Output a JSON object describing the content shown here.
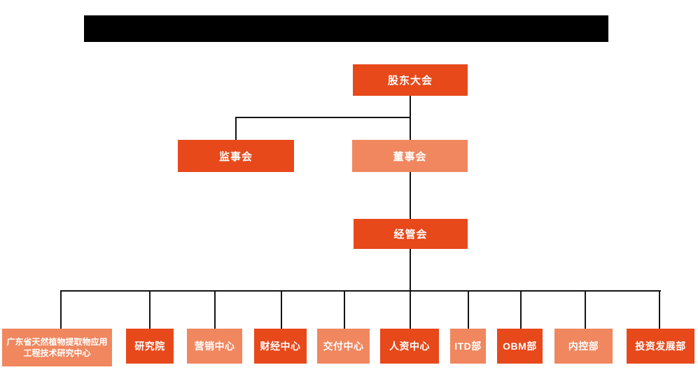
{
  "colors": {
    "primary": "#E7491B",
    "secondary": "#F0875F",
    "line": "#141414",
    "node_text": "#FFFFFF",
    "redacted_bar": "#000000"
  },
  "header": {
    "redacted": true
  },
  "org_chart": {
    "root": {
      "label": "股东大会",
      "variant": "primary"
    },
    "level2": [
      {
        "label": "监事会",
        "variant": "primary"
      },
      {
        "label": "董事会",
        "variant": "secondary"
      }
    ],
    "level3": [
      {
        "label": "经管会",
        "variant": "primary"
      }
    ],
    "departments": [
      {
        "label": "广东省天然植物提取物应用工程技术研究中心",
        "variant": "secondary"
      },
      {
        "label": "研究院",
        "variant": "primary"
      },
      {
        "label": "营销中心",
        "variant": "secondary"
      },
      {
        "label": "财经中心",
        "variant": "primary"
      },
      {
        "label": "交付中心",
        "variant": "secondary"
      },
      {
        "label": "人资中心",
        "variant": "primary"
      },
      {
        "label": "ITD部",
        "variant": "secondary"
      },
      {
        "label": "OBM部",
        "variant": "primary"
      },
      {
        "label": "内控部",
        "variant": "secondary"
      },
      {
        "label": "投资发展部",
        "variant": "primary"
      }
    ]
  }
}
